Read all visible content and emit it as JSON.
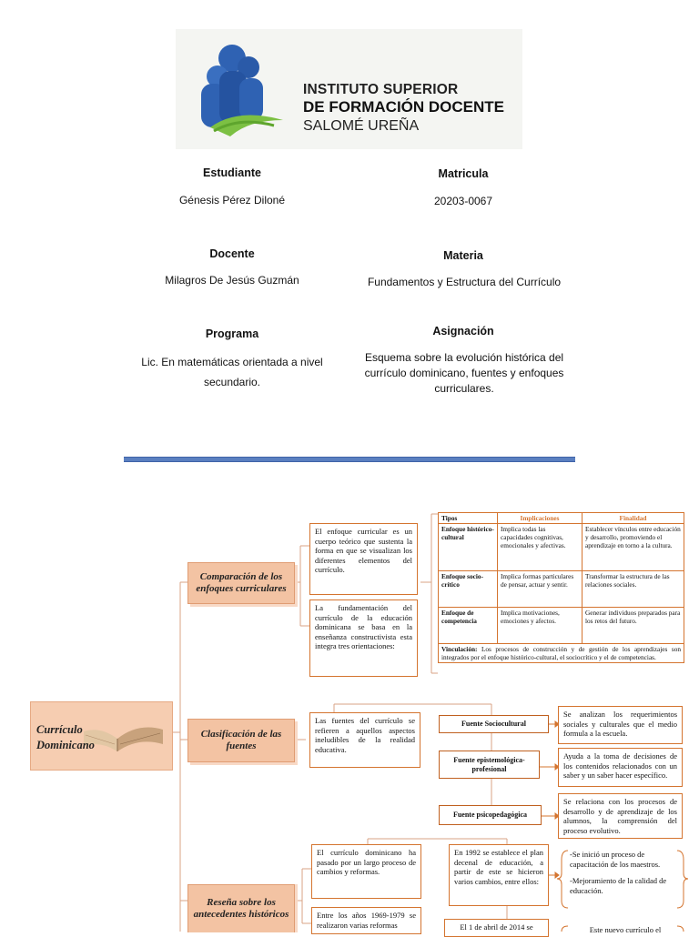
{
  "logo": {
    "line1": "INSTITUTO SUPERIOR",
    "line2": "DE FORMACIÓN DOCENTE",
    "line3": "SALOMÉ UREÑA"
  },
  "info": {
    "estudiante_label": "Estudiante",
    "estudiante_value": "Génesis Pérez Diloné",
    "matricula_label": "Matricula",
    "matricula_value": "20203-0067",
    "docente_label": "Docente",
    "docente_value": "Milagros De Jesús Guzmán",
    "materia_label": "Materia",
    "materia_value": "Fundamentos y Estructura del Currículo",
    "programa_label": "Programa",
    "programa_value_1": "Lic. En matemáticas orientada a nivel",
    "programa_value_2": "secundario.",
    "asignacion_label": "Asignación",
    "asignacion_value_1": "Esquema sobre la evolución histórica del",
    "asignacion_value_2": "currículo dominicano, fuentes y enfoques",
    "asignacion_value_3": "curriculares."
  },
  "diagram": {
    "root": "Currículo Dominicano",
    "branch1": "Comparación de los enfoques curriculares",
    "branch2": "Clasificación de las fuentes",
    "branch3": "Reseña sobre los antecedentes históricos",
    "b1_text1": "El enfoque curricular es un cuerpo teórico que sustenta la forma en que se visualizan los diferentes elementos del currículo.",
    "b1_text2": "La fundamentación del currículo de la educación dominicana se basa en la enseñanza constructivista esta integra tres orientaciones:",
    "table": {
      "headers": [
        "Tipos",
        "Implicaciones",
        "Finalidad"
      ],
      "rows": [
        {
          "tipo": "Enfoque histórico-cultural",
          "implicaciones": "Implica todas las capacidades cognitivas, emocionales y afectivas.",
          "finalidad": "Establecer vínculos entre educación y desarrollo, promoviendo el aprendizaje en torno a la cultura."
        },
        {
          "tipo": "Enfoque socio-crítico",
          "implicaciones": "Implica formas particulares de pensar, actuar y sentir.",
          "finalidad": "Transformar la estructura de las relaciones sociales."
        },
        {
          "tipo": "Enfoque de competencia",
          "implicaciones": "Implica motivaciones, emociones y afectos.",
          "finalidad": "Generar individuos preparados para los retos del futuro."
        }
      ],
      "vinculacion_label": "Vinculación:",
      "vinculacion_text": "Los procesos de construcción y de gestión de los aprendizajes son integrados por el enfoque histórico-cultural, el sociocrítico y el de competencias."
    },
    "b2_text": "Las fuentes del currículo se refieren a aquellos aspectos ineludibles de la realidad educativa.",
    "fuente1": "Fuente Sociocultural",
    "fuente1_desc": "Se analizan los requerimientos sociales y culturales que el medio formula a la escuela.",
    "fuente2": "Fuente epistemológica-profesional",
    "fuente2_desc": "Ayuda a la toma de decisiones de los contenidos relacionados con un saber y un saber hacer específico.",
    "fuente3": "Fuente psicopedagógica",
    "fuente3_desc": "Se relaciona con los procesos de desarrollo y de aprendizaje de los alumnos, la comprensión del proceso evolutivo.",
    "b3_text1": "El currículo dominicano ha pasado por un largo proceso de cambios y reformas.",
    "b3_text2": "Entre los años 1969-1979 se realizaron varias reformas",
    "b3_1992": "En 1992 se establece el plan decenal de educación, a partir de este se hicieron varios cambios, entre ellos:",
    "b3_bullets_1": "-Se inició un proceso de capacitación de los maestros.",
    "b3_bullets_2": "-Mejoramiento de la calidad de educación.",
    "b3_2014": "El 1 de abril de 2014 se",
    "b3_partial": "Este nuevo currículo el"
  },
  "colors": {
    "accent": "#d4742f",
    "peach": "#f3c3a3",
    "divider": "#5a7fc0"
  }
}
